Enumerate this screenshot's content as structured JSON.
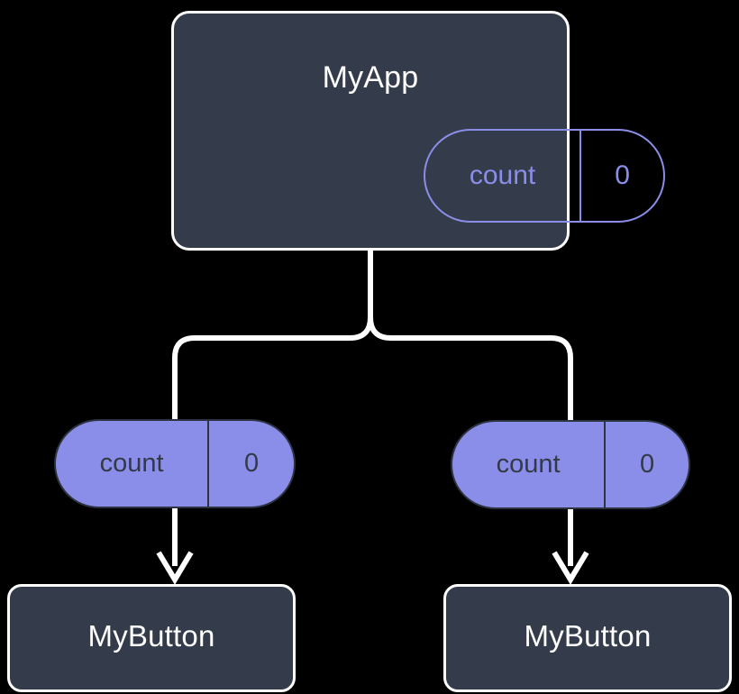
{
  "diagram": {
    "title": "MyApp component tree with shared count state",
    "background_color": "#000000",
    "colors": {
      "card_fill": "#343b4a",
      "card_border": "#ffffff",
      "state_accent": "#8b8ee8",
      "state_text_dark": "#333a47",
      "edge": "#ffffff"
    }
  },
  "root": {
    "label": "MyApp",
    "state": {
      "key": "count",
      "value": "0"
    }
  },
  "children": [
    {
      "state": {
        "key": "count",
        "value": "0"
      },
      "label": "MyButton"
    },
    {
      "state": {
        "key": "count",
        "value": "0"
      },
      "label": "MyButton"
    }
  ],
  "edges": {
    "fork_label": "parent-to-children-fork",
    "arrow_label": "state-to-component-arrow"
  }
}
